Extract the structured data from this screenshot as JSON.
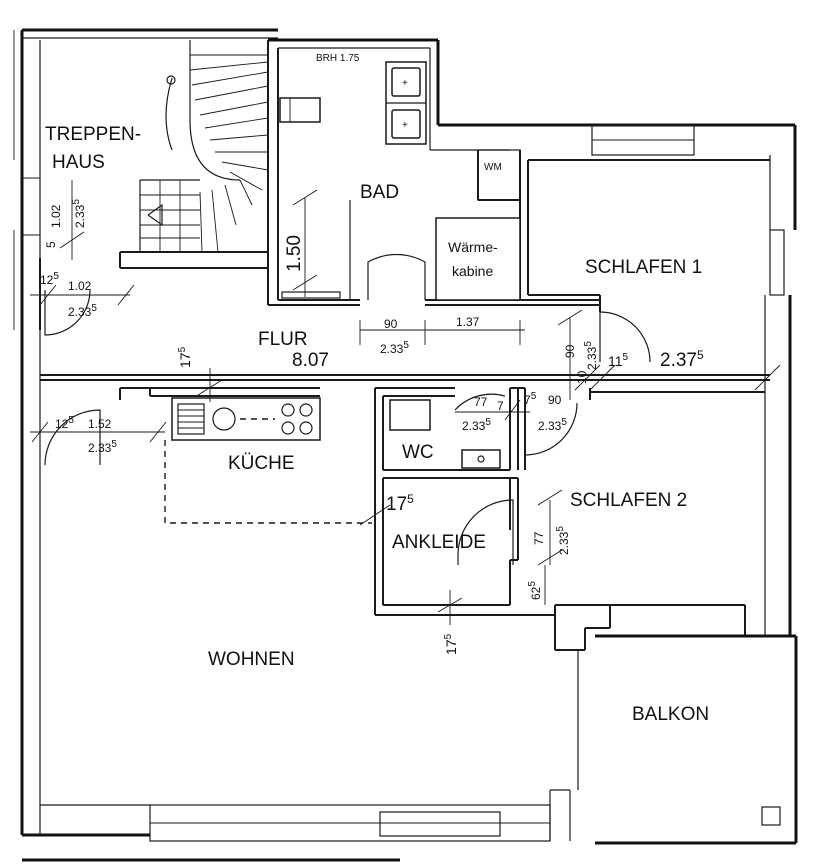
{
  "rooms": {
    "treppenhaus_1": "TREPPEN-",
    "treppenhaus_2": "HAUS",
    "bad": "BAD",
    "schlafen1": "SCHLAFEN 1",
    "flur": "FLUR",
    "flur_area": "8.07",
    "kueche": "KÜCHE",
    "wc": "WC",
    "schlafen2": "SCHLAFEN 2",
    "ankleide": "ANKLEIDE",
    "wohnen": "WOHNEN",
    "balkon": "BALKON"
  },
  "fixtures": {
    "brh": "BRH 1.75",
    "wm": "WM",
    "waermekabine_1": "Wärme-",
    "waermekabine_2": "kabine"
  },
  "dims": {
    "treppe_w": "1.02",
    "treppe_h": "2.33",
    "treppe_h_sup": "5",
    "stair_sill": "5",
    "door1_a": "12",
    "door1_a_sup": "5",
    "door1_w": "1.02",
    "door1_h": "2.33",
    "door1_h_sup": "5",
    "bad_wall": "1.50",
    "flur_door_w": "90",
    "flur_door_h": "2.33",
    "flur_door_h_sup": "5",
    "flur_span": "1.37",
    "s1_door_w": "90",
    "s1_door_h": "2.33",
    "s1_door_h_sup": "5",
    "s1_wall": "11",
    "s1_wall_sup": "5",
    "s1_wall_h": "2.37",
    "s1_wall_h_sup": "5",
    "s1_gap": "10",
    "wall_17_top": "17",
    "wall_17_top_sup": "5",
    "left_door_a": "12",
    "left_door_a_sup": "5",
    "left_door_w": "1.52",
    "left_door_h": "2.33",
    "left_door_h_sup": "5",
    "wc_door_w": "77",
    "wc_gap": "7",
    "wc_door_h": "2.33",
    "wc_door_h_sup": "5",
    "s2_door_a": "7",
    "s2_door_a_sup": "5",
    "s2_door_w": "90",
    "s2_door_h": "2.33",
    "s2_door_h_sup": "5",
    "ank_wall": "17",
    "ank_wall_sup": "5",
    "ank_door_w": "77",
    "ank_door_h": "2.33",
    "ank_door_h_sup": "5",
    "ank_sill": "62",
    "ank_sill_sup": "5",
    "wall_17_bot": "17",
    "wall_17_bot_sup": "5"
  }
}
